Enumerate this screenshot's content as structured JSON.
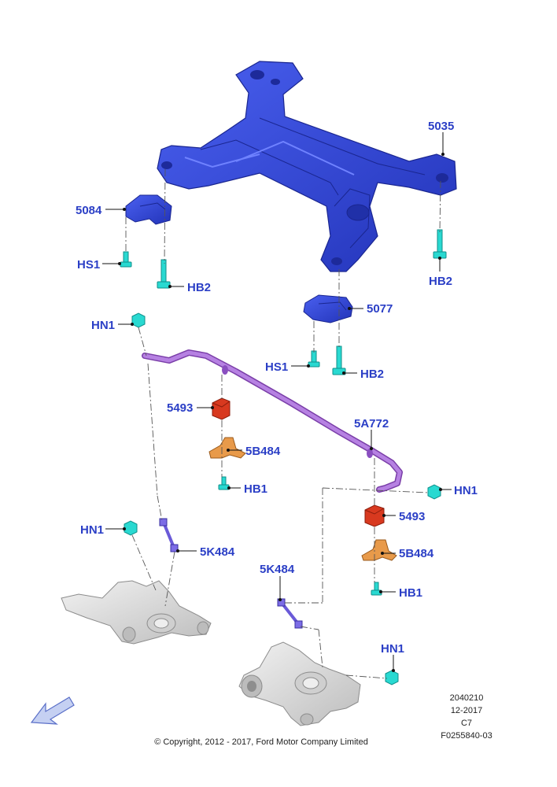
{
  "callouts": {
    "p5035": "5035",
    "p5084": "5084",
    "hs1_a": "HS1",
    "hb2_a": "HB2",
    "hb2_b": "HB2",
    "p5077": "5077",
    "hn1_a": "HN1",
    "hs1_b": "HS1",
    "hb2_c": "HB2",
    "p5493_a": "5493",
    "p5a772": "5A772",
    "p5b484_a": "5B484",
    "hb1_a": "HB1",
    "hn1_b": "HN1",
    "p5493_b": "5493",
    "hn1_c": "HN1",
    "p5k484_a": "5K484",
    "p5b484_b": "5B484",
    "p5k484_b": "5K484",
    "hb1_b": "HB1",
    "hn1_d": "HN1"
  },
  "meta": {
    "line1": "2040210",
    "line2": "12-2017",
    "line3": "C7",
    "line4": "F0255840-03",
    "copyright": "© Copyright, 2012 - 2017, Ford Motor Company Limited"
  },
  "colors": {
    "subframe": "#3347d6",
    "stabilizer": "#a86ad6",
    "bushing": "#d8391f",
    "bracket": "#e89a4a",
    "fastener": "#29d9d1",
    "knuckle": "#d6d6d6",
    "callout_text": "#2b3fc6"
  },
  "icons": {
    "orientation": "direction-arrow-icon"
  }
}
